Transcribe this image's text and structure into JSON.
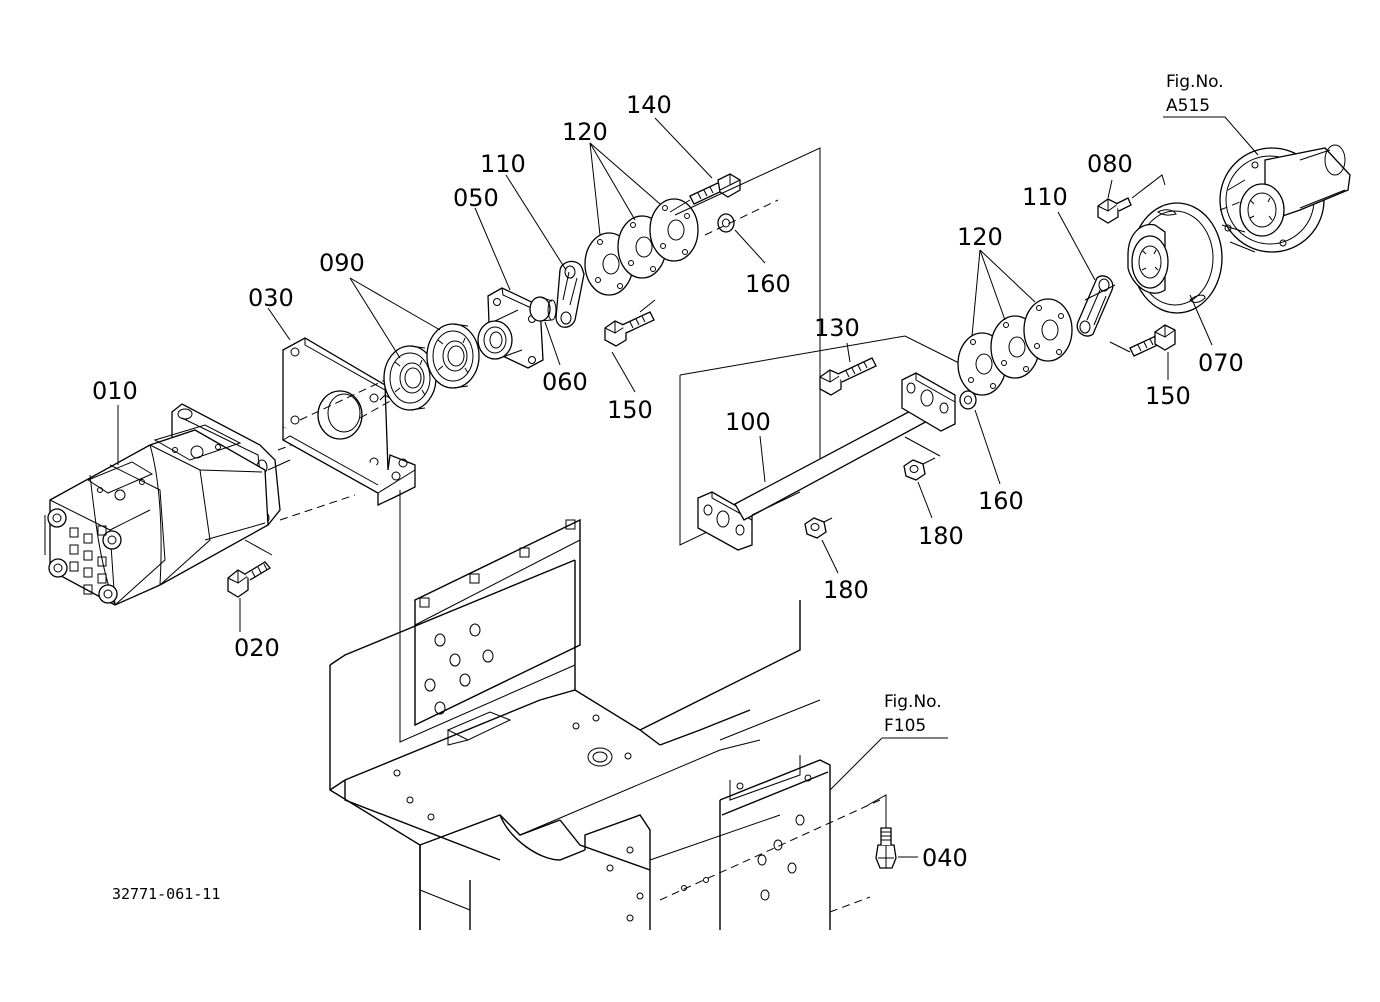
{
  "diagram": {
    "drawing_code": "32771-061-11",
    "refs": {
      "a515": {
        "line1": "Fig.No.",
        "line2": "A515"
      },
      "f105": {
        "line1": "Fig.No.",
        "line2": "F105"
      }
    },
    "parts": {
      "p010": "010",
      "p020": "020",
      "p030": "030",
      "p040": "040",
      "p050": "050",
      "p060": "060",
      "p070": "070",
      "p080": "080",
      "p090": "090",
      "p100": "100",
      "p110a": "110",
      "p110b": "110",
      "p120a": "120",
      "p120b": "120",
      "p130": "130",
      "p140": "140",
      "p150a": "150",
      "p150b": "150",
      "p160a": "160",
      "p160b": "160",
      "p180a": "180",
      "p180b": "180"
    }
  }
}
